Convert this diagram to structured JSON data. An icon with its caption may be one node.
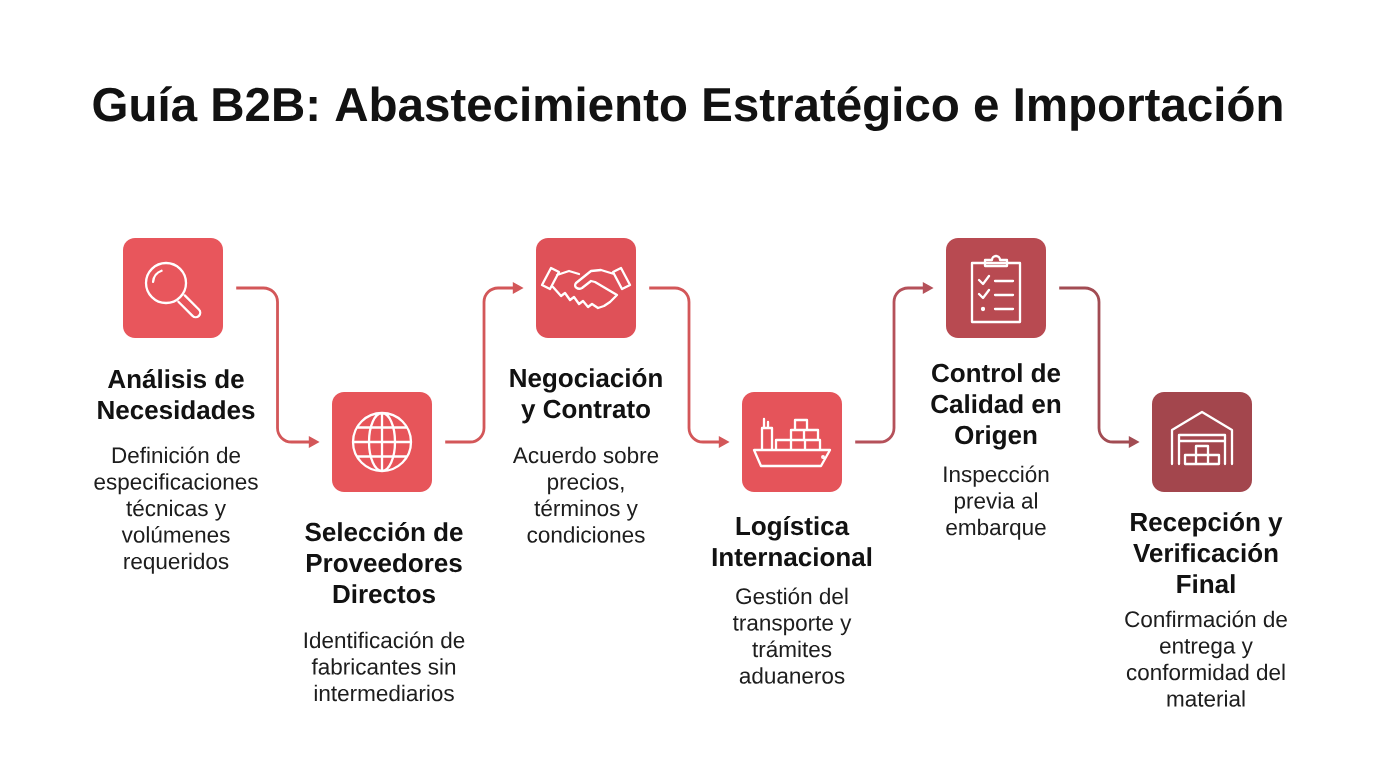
{
  "diagram": {
    "title": "Guía B2B: Abastecimiento Estratégico e Importación",
    "nodes": [
      {
        "text": [
          "Análisis de Necesidades",
          "Definición de especificaciones técnicas y volúmenes requeridos"
        ]
      },
      {
        "text": [
          "Selección de Proveedores Directos",
          "Identificación de fabricantes sin intermediarios"
        ]
      },
      {
        "text": [
          "Negociación y Contrato",
          "Acuerdo sobre precios, términos y condiciones"
        ]
      },
      {
        "text": [
          "Logística Internacional",
          "Gestión del transporte y trámites aduaneros"
        ]
      },
      {
        "text": [
          "Control de Calidad en Origen",
          "Inspección previa al embarque"
        ]
      },
      {
        "text": [
          "Recepción y Verificación Final",
          "Confirmación de entrega y conformidad del material"
        ]
      }
    ],
    "edges": [
      {
        "from": 0,
        "to": 1,
        "arrow": "to"
      },
      {
        "from": 1,
        "to": 2,
        "arrow": "to"
      },
      {
        "from": 2,
        "to": 3,
        "arrow": "to"
      },
      {
        "from": 3,
        "to": 4,
        "arrow": "to",
        "color": "#b5515a"
      },
      {
        "from": 4,
        "to": 5,
        "arrow": "to",
        "color": "#a24c53"
      }
    ]
  }
}
